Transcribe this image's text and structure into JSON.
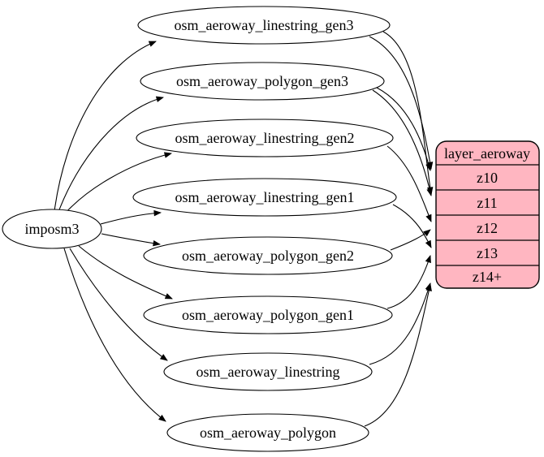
{
  "diagram": {
    "kind": "etl-graph",
    "source": {
      "label": "imposm3"
    },
    "tables": [
      {
        "label": "osm_aeroway_linestring_gen3"
      },
      {
        "label": "osm_aeroway_polygon_gen3"
      },
      {
        "label": "osm_aeroway_linestring_gen2"
      },
      {
        "label": "osm_aeroway_linestring_gen1"
      },
      {
        "label": "osm_aeroway_polygon_gen2"
      },
      {
        "label": "osm_aeroway_polygon_gen1"
      },
      {
        "label": "osm_aeroway_linestring"
      },
      {
        "label": "osm_aeroway_polygon"
      }
    ],
    "layer": {
      "title": "layer_aeroway",
      "zoom_rows": [
        {
          "label": "z10"
        },
        {
          "label": "z11"
        },
        {
          "label": "z12"
        },
        {
          "label": "z13"
        },
        {
          "label": "z14+"
        }
      ]
    },
    "edges": [
      {
        "from": "imposm3",
        "to": "osm_aeroway_linestring_gen3"
      },
      {
        "from": "imposm3",
        "to": "osm_aeroway_polygon_gen3"
      },
      {
        "from": "imposm3",
        "to": "osm_aeroway_linestring_gen2"
      },
      {
        "from": "imposm3",
        "to": "osm_aeroway_linestring_gen1"
      },
      {
        "from": "imposm3",
        "to": "osm_aeroway_polygon_gen2"
      },
      {
        "from": "imposm3",
        "to": "osm_aeroway_polygon_gen1"
      },
      {
        "from": "imposm3",
        "to": "osm_aeroway_linestring"
      },
      {
        "from": "imposm3",
        "to": "osm_aeroway_polygon"
      },
      {
        "from": "osm_aeroway_linestring_gen3",
        "to": "z10"
      },
      {
        "from": "osm_aeroway_linestring_gen3",
        "to": "z11"
      },
      {
        "from": "osm_aeroway_polygon_gen3",
        "to": "z10"
      },
      {
        "from": "osm_aeroway_polygon_gen3",
        "to": "z11"
      },
      {
        "from": "osm_aeroway_linestring_gen2",
        "to": "z12"
      },
      {
        "from": "osm_aeroway_polygon_gen2",
        "to": "z12"
      },
      {
        "from": "osm_aeroway_linestring_gen1",
        "to": "z13"
      },
      {
        "from": "osm_aeroway_polygon_gen1",
        "to": "z13"
      },
      {
        "from": "osm_aeroway_linestring",
        "to": "z14+"
      },
      {
        "from": "osm_aeroway_polygon",
        "to": "z14+"
      }
    ],
    "colors": {
      "layer_fill": "#ffb6c1",
      "table_fill": "#ffffff",
      "stroke": "#000000",
      "background": "#ffffff"
    }
  }
}
